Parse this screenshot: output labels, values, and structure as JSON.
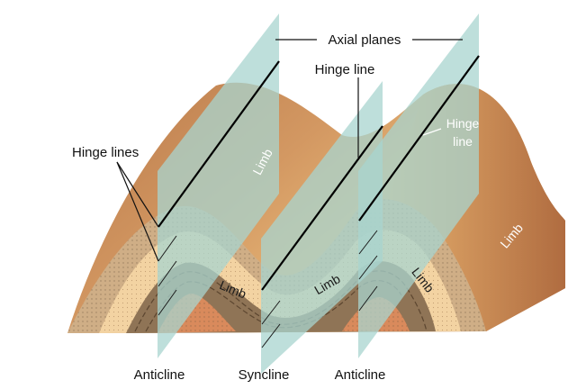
{
  "labels": {
    "axial_planes": "Axial planes",
    "hinge_line_top": "Hinge line",
    "hinge_lines_left": "Hinge lines",
    "hinge_right_1": "Hinge",
    "hinge_right_2": "line",
    "limb_upper_left": "Limb",
    "limb_upper_right": "Limb",
    "limb_inner_1": "Limb",
    "limb_inner_2": "Limb",
    "limb_inner_3": "Limb",
    "anticline_left": "Anticline",
    "syncline": "Syncline",
    "anticline_right": "Anticline"
  },
  "colors": {
    "rock_surface": "#c98a57",
    "rock_dark": "#a86a3e",
    "sand_layer": "#f3d3a2",
    "tan_layer": "#cfae86",
    "brown_layer": "#8f7456",
    "core": "#d98a5c",
    "plane": "#a8d4cf"
  }
}
